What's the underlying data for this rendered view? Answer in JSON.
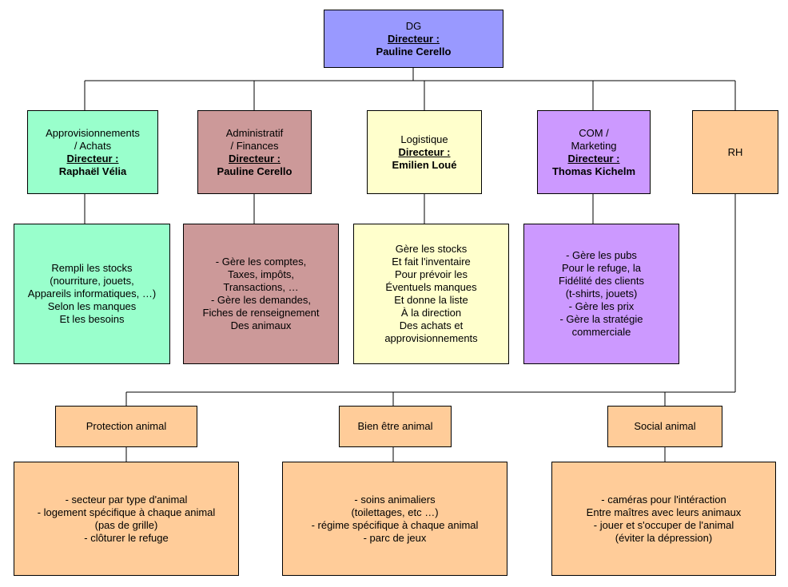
{
  "colors": {
    "dg": "#9999ff",
    "approvisionnement": "#99ffcc",
    "administratif": "#cc9999",
    "logistique": "#ffffcc",
    "com": "#cc99ff",
    "orange": "#ffcc99",
    "line": "#000000"
  },
  "dg": {
    "title": "DG",
    "lead_label": "Directeur :",
    "lead_name": "Pauline Cerello"
  },
  "departments": [
    {
      "title_lines": [
        "Approvisionnements",
        "/ Achats"
      ],
      "lead_label": "Directeur :",
      "lead_name": "Raphaël Vélia",
      "tasks": [
        "Rempli les stocks",
        "(nourriture, jouets,",
        "Appareils informatiques, …)",
        "Selon les manques",
        "Et les besoins"
      ]
    },
    {
      "title_lines": [
        "Administratif",
        "/ Finances"
      ],
      "lead_label": "Directeur :",
      "lead_name": "Pauline Cerello",
      "tasks": [
        "- Gère les comptes,",
        "Taxes, impôts,",
        "Transactions, …",
        "- Gère les demandes,",
        "Fiches de renseignement",
        "Des animaux"
      ]
    },
    {
      "title_lines": [
        "Logistique"
      ],
      "lead_label": "Directeur :",
      "lead_name": "Emilien Loué",
      "tasks": [
        "Gère les stocks",
        "Et fait l'inventaire",
        "Pour prévoir les",
        "Éventuels manques",
        "Et donne la liste",
        "À la direction",
        "Des achats et",
        "approvisionnements"
      ]
    },
    {
      "title_lines": [
        "COM /",
        "Marketing"
      ],
      "lead_label": "Directeur :",
      "lead_name": "Thomas Kichelm",
      "tasks": [
        "- Gère les pubs",
        "Pour le refuge, la",
        "Fidélité des clients",
        "(t-shirts, jouets)",
        "- Gère les prix",
        "- Gère la stratégie",
        "commerciale"
      ]
    },
    {
      "title_lines": [
        "RH"
      ]
    }
  ],
  "rh_units": [
    {
      "title": "Protection animal",
      "tasks": [
        "- secteur par type d'animal",
        "- logement spécifique à chaque animal",
        "(pas de grille)",
        "- clôturer le refuge"
      ]
    },
    {
      "title": "Bien être animal",
      "tasks": [
        "- soins animaliers",
        "(toilettages, etc …)",
        "- régime spécifique à chaque animal",
        "- parc de jeux"
      ]
    },
    {
      "title": "Social animal",
      "tasks": [
        "- caméras pour l'intéraction",
        "Entre maîtres avec leurs animaux",
        "- jouer et s'occuper de l'animal",
        "(éviter la dépression)"
      ]
    }
  ]
}
